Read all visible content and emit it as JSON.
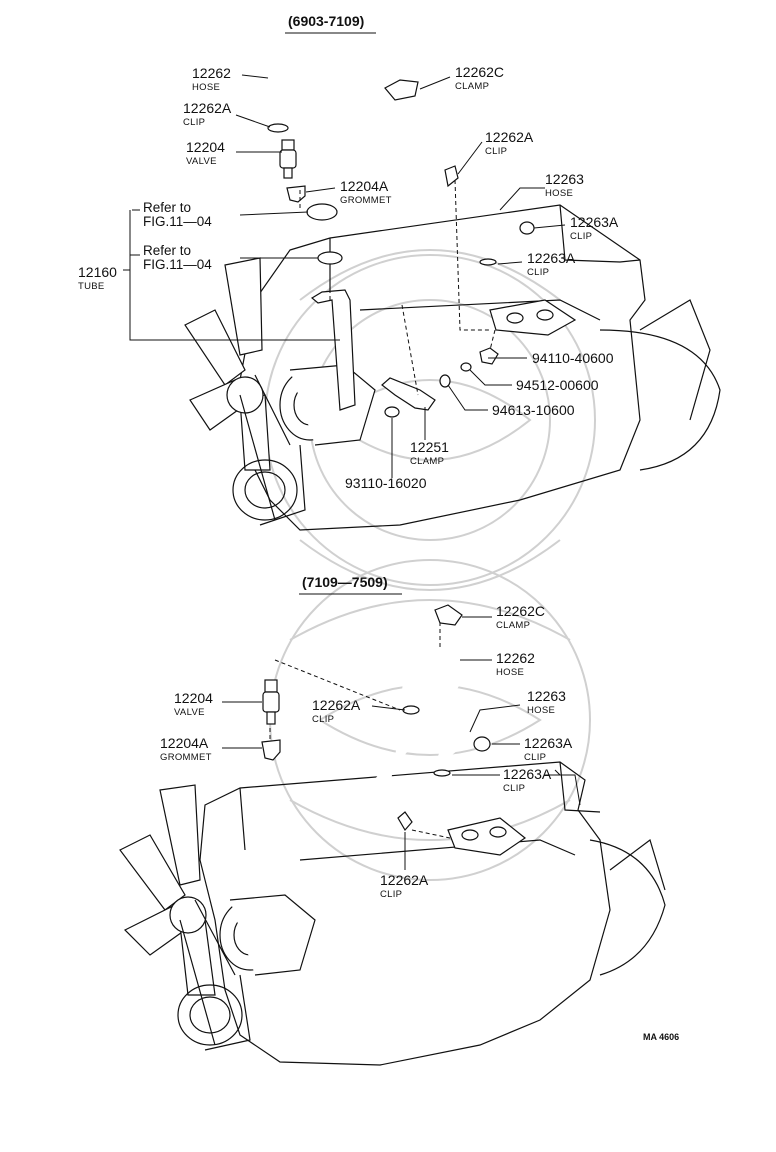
{
  "upper": {
    "header": "(6903-7109)",
    "callouts": [
      {
        "id": "hose-12262",
        "part_no": "12262",
        "name": "HOSE"
      },
      {
        "id": "clip-12262a-a",
        "part_no": "12262A",
        "name": "CLIP"
      },
      {
        "id": "valve-12204",
        "part_no": "12204",
        "name": "VALVE"
      },
      {
        "id": "grommet-12204a",
        "part_no": "12204A",
        "name": "GROMMET"
      },
      {
        "id": "clamp-12262c",
        "part_no": "12262C",
        "name": "CLAMP"
      },
      {
        "id": "clip-12262a-b",
        "part_no": "12262A",
        "name": "CLIP"
      },
      {
        "id": "hose-12263",
        "part_no": "12263",
        "name": "HOSE"
      },
      {
        "id": "clip-12263a-a",
        "part_no": "12263A",
        "name": "CLIP"
      },
      {
        "id": "clip-12263a-b",
        "part_no": "12263A",
        "name": "CLIP"
      },
      {
        "id": "tube-12160",
        "part_no": "12160",
        "name": "TUBE"
      },
      {
        "id": "clamp-12251",
        "part_no": "12251",
        "name": "CLAMP"
      }
    ],
    "refs": [
      {
        "line1": "Refer to",
        "line2": "FIG.11—04"
      },
      {
        "line1": "Refer to",
        "line2": "FIG.11—04"
      }
    ],
    "numbers": [
      "94110-40600",
      "94512-00600",
      "94613-10600",
      "93110-16020"
    ]
  },
  "lower": {
    "header": "(7109—7509)",
    "callouts": [
      {
        "id": "clamp-12262c",
        "part_no": "12262C",
        "name": "CLAMP"
      },
      {
        "id": "hose-12262",
        "part_no": "12262",
        "name": "HOSE"
      },
      {
        "id": "valve-12204",
        "part_no": "12204",
        "name": "VALVE"
      },
      {
        "id": "clip-12262a-a",
        "part_no": "12262A",
        "name": "CLIP"
      },
      {
        "id": "hose-12263",
        "part_no": "12263",
        "name": "HOSE"
      },
      {
        "id": "grommet-12204a",
        "part_no": "12204A",
        "name": "GROMMET"
      },
      {
        "id": "clip-12263a-a",
        "part_no": "12263A",
        "name": "CLIP"
      },
      {
        "id": "clip-12263a-b",
        "part_no": "12263A",
        "name": "CLIP"
      },
      {
        "id": "clip-12262a-b",
        "part_no": "12262A",
        "name": "CLIP"
      }
    ]
  },
  "footer": {
    "code": "MA  4606"
  }
}
